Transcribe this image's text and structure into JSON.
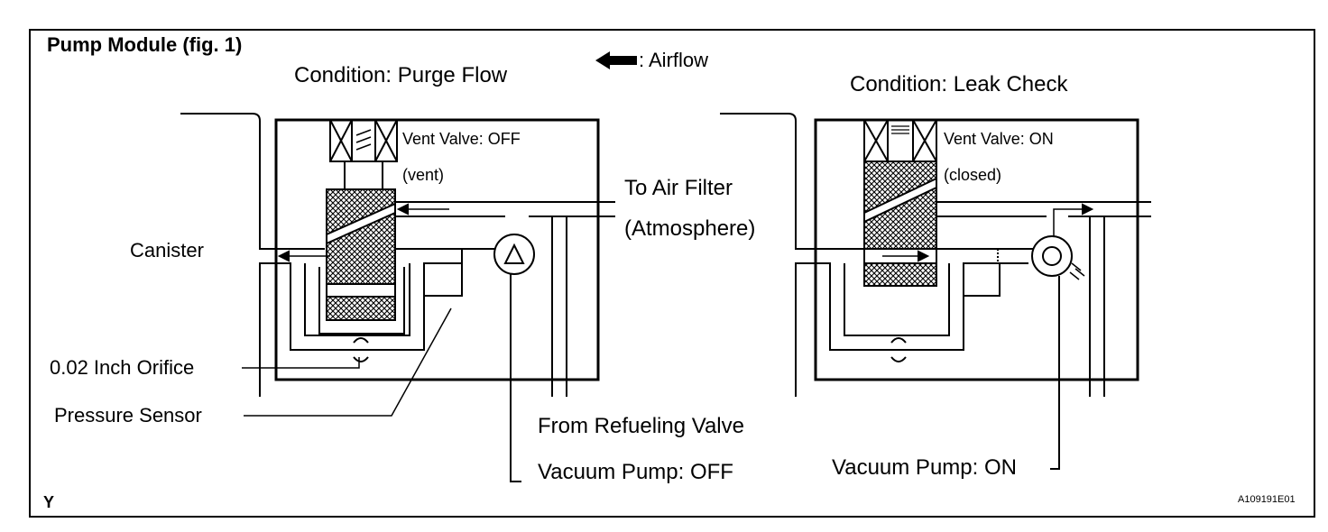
{
  "title": "Pump Module (fig. 1)",
  "legend": {
    "arrow_icon": "left-arrow-icon",
    "text": ": Airflow"
  },
  "left_diagram": {
    "condition": "Condition: Purge Flow",
    "vent_valve": "Vent Valve: OFF",
    "vent_state": "(vent)",
    "air_filter": "To Air Filter",
    "atmosphere": "(Atmosphere)",
    "canister": "Canister",
    "orifice": "0.02 Inch Orifice",
    "pressure_sensor": "Pressure Sensor",
    "refueling_valve": "From Refueling Valve",
    "vacuum_pump": "Vacuum Pump: OFF"
  },
  "right_diagram": {
    "condition": "Condition: Leak Check",
    "vent_valve": "Vent Valve: ON",
    "vent_state": "(closed)",
    "vacuum_pump": "Vacuum Pump: ON"
  },
  "footer": {
    "corner_mark": "Y",
    "figure_id": "A109191E01"
  }
}
